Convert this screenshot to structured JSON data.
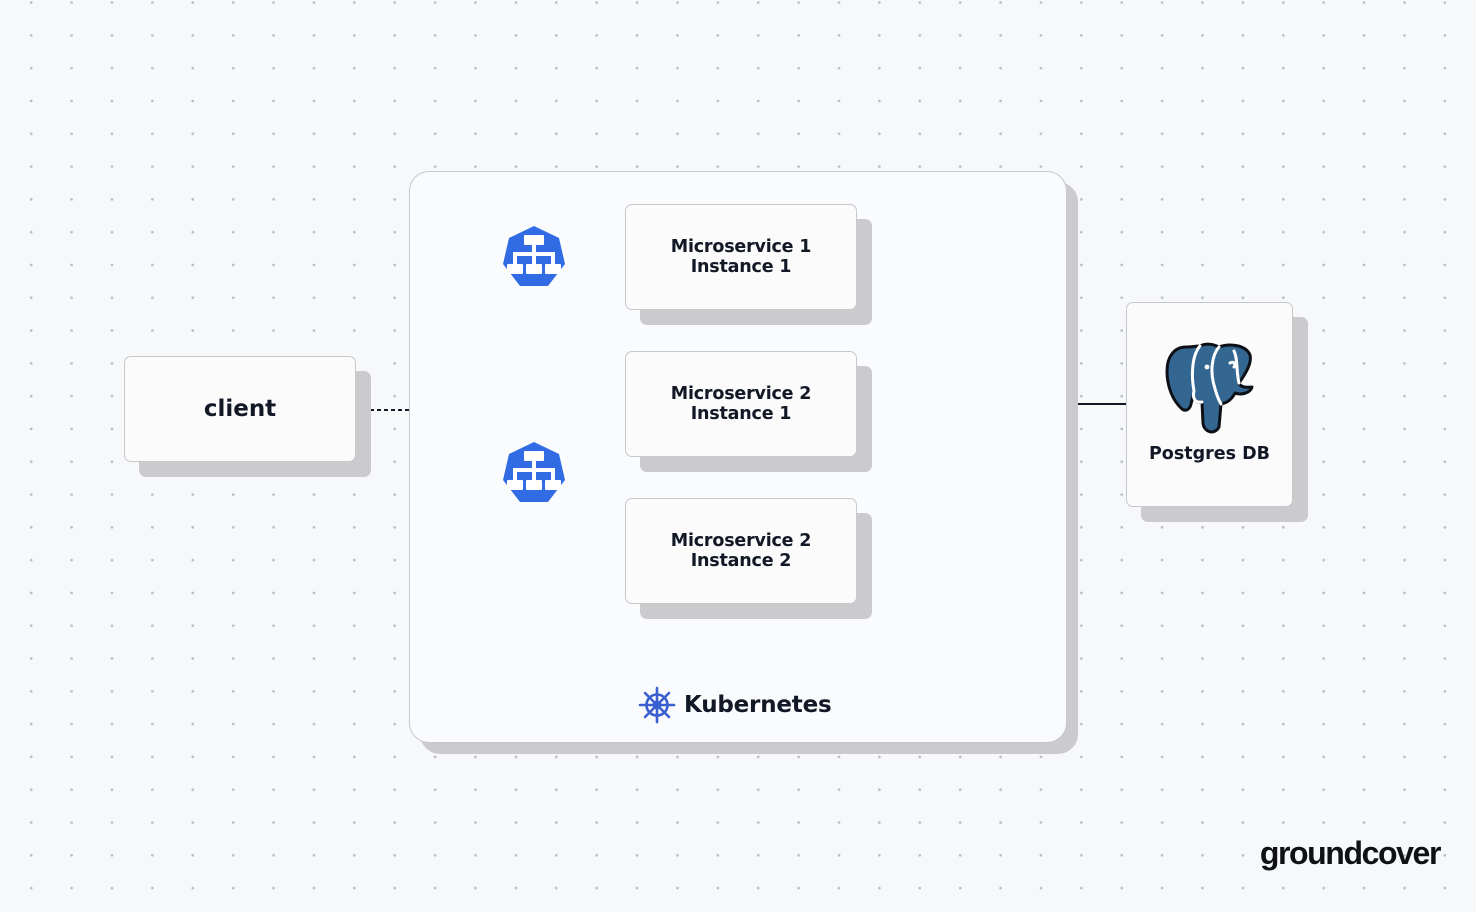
{
  "client": {
    "label": "client"
  },
  "cluster": {
    "label": "Kubernetes",
    "icon": "kubernetes-helm-icon",
    "icon_color": "#326ce5"
  },
  "load_balancers": [
    {
      "icon": "load-balancer-icon",
      "color": "#326ce5"
    },
    {
      "icon": "load-balancer-icon",
      "color": "#326ce5"
    }
  ],
  "services": [
    {
      "name": "Microservice 1",
      "instance": "Instance 1"
    },
    {
      "name": "Microservice 2",
      "instance": "Instance 1"
    },
    {
      "name": "Microservice 2",
      "instance": "Instance 2"
    }
  ],
  "database": {
    "label": "Postgres DB",
    "icon": "postgresql-elephant-icon",
    "color": "#336791"
  },
  "brand": {
    "name": "groundcover"
  }
}
